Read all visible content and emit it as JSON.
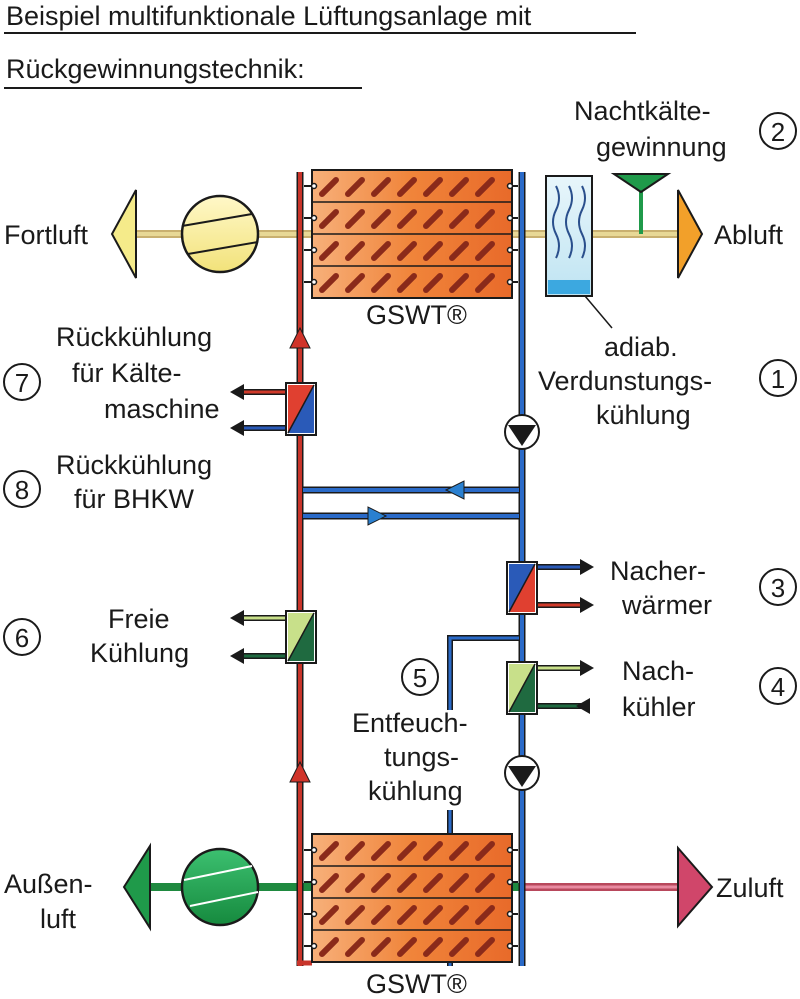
{
  "title": {
    "line1": "Beispiel multifunktionale Lüftungsanlage mit",
    "line2": "Rückgewinnungstechnik:"
  },
  "labels": {
    "fortluft": "Fortluft",
    "abluft": "Abluft",
    "aussenluft_1": "Außen-",
    "aussenluft_2": "luft",
    "zuluft": "Zuluft",
    "gswt_top": "GSWT®",
    "gswt_bottom": "GSWT®",
    "nachtkaelte_1": "Nachtkälte-",
    "nachtkaelte_2": "gewinnung",
    "adiab_1": "adiab.",
    "adiab_2": "Verdunstungs-",
    "adiab_3": "kühlung",
    "rk_kaelte_1": "Rückkühlung",
    "rk_kaelte_2": "für Kälte-",
    "rk_kaelte_3": "maschine",
    "rk_bhkw_1": "Rückkühlung",
    "rk_bhkw_2": "für BHKW",
    "freie_1": "Freie",
    "freie_2": "Kühlung",
    "nacherw_1": "Nacher-",
    "nacherw_2": "wärmer",
    "nachk_1": "Nach-",
    "nachk_2": "kühler",
    "entf_1": "Entfeuch-",
    "entf_2": "tungs-",
    "entf_3": "kühlung"
  },
  "markers": {
    "m1": "1",
    "m2": "2",
    "m3": "3",
    "m4": "4",
    "m5": "5",
    "m6": "6",
    "m7": "7",
    "m8": "8"
  },
  "colors": {
    "red_pipe": "#c8342a",
    "blue_pipe": "#1f4f9c",
    "exhaust_yellow": "#f5eb8a",
    "abluft_orange": "#f2a02a",
    "aussen_green": "#1f9a4a",
    "zuluft_pink": "#d0466a",
    "exchanger_orange": "#f0883a",
    "night_green": "#1f9a4a"
  }
}
